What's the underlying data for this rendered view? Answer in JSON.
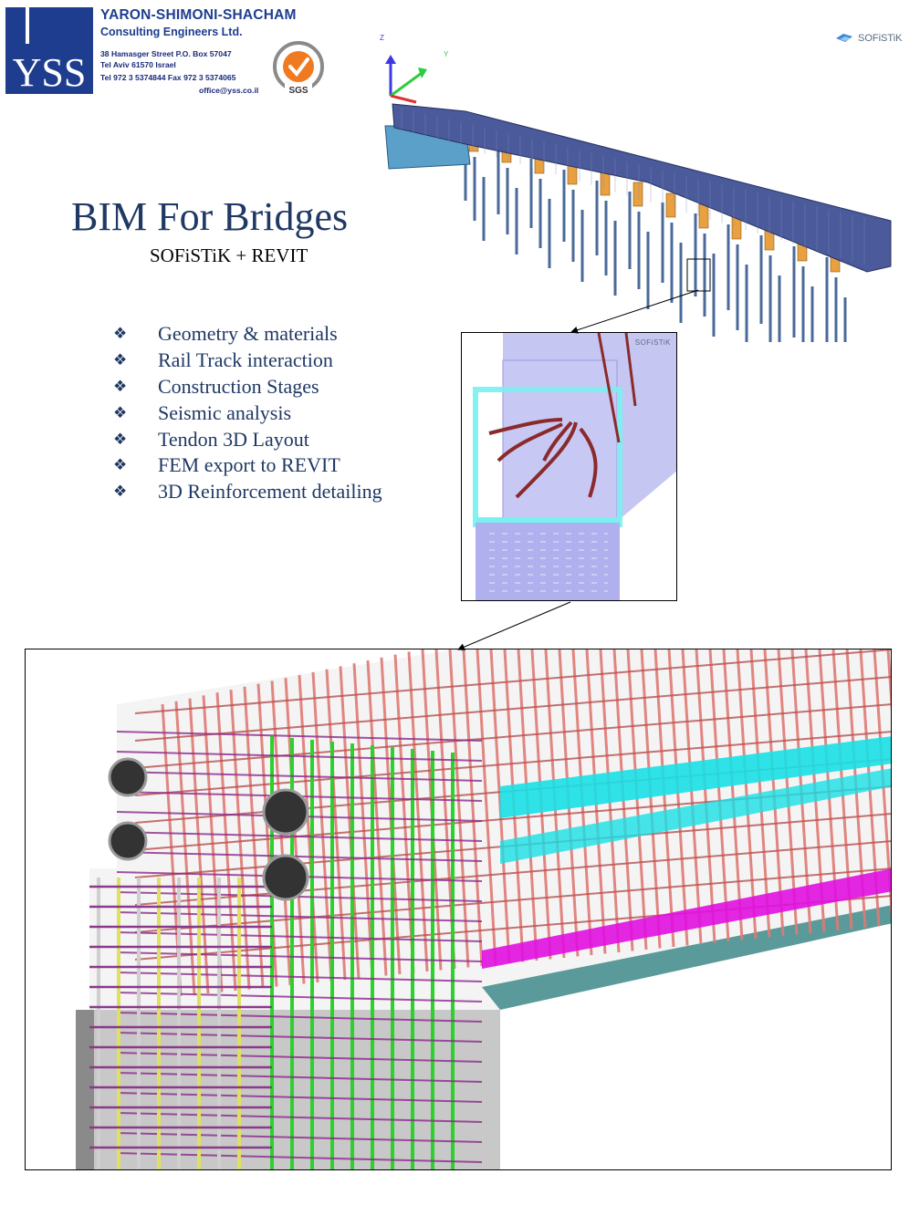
{
  "company": {
    "logo_text": "YSS",
    "name": "YARON-SHIMONI-SHACHAM",
    "subtitle": "Consulting Engineers Ltd.",
    "address_lines": [
      "38 Hamasger Street  P.O. Box 57047",
      "Tel Aviv 61570 Israel",
      "Tel 972 3 5374844   Fax 972 3 5374065",
      "office@yss.co.il"
    ],
    "certification_badge": "SGS"
  },
  "sofistik_logo": "SOFiSTiK",
  "axis_labels": {
    "z": "Z",
    "y": "Y"
  },
  "title": "BIM For Bridges",
  "subtitle": "SOFiSTiK  + REVIT",
  "features": [
    "Geometry & materials",
    "Rail Track interaction",
    "Construction Stages",
    "Seismic  analysis",
    "Tendon 3D Layout",
    "FEM export to REVIT",
    "3D Reinforcement detailing"
  ],
  "bullet_glyph": "❖",
  "colors": {
    "title": "#1f3864",
    "brand_blue": "#1f3d8f",
    "rebar_red": "#e07a74",
    "rebar_green": "#2bd22b",
    "tendon_cyan": "#19e0e6",
    "tendon_magenta": "#e010e0",
    "deck_blue": "#4a5a9a",
    "pier_orange": "#e8a040"
  }
}
